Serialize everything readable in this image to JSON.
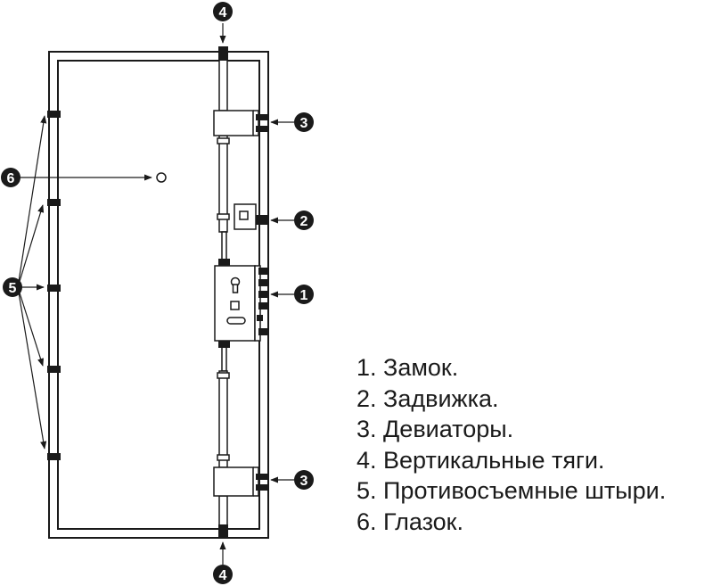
{
  "callouts": {
    "top_rod": "4",
    "bottom_rod": "4",
    "deviator_top": "3",
    "deviator_bottom": "3",
    "latch": "2",
    "lock": "1",
    "peephole": "6",
    "anti_removal_pins": "5"
  },
  "legend": [
    "1. Замок.",
    "2. Задвижка.",
    "3. Девиаторы.",
    "4. Вертикальные тяги.",
    "5. Противосъемные штыри.",
    "6. Глазок."
  ],
  "colors": {
    "line": "#1a1a1a",
    "part_fill": "#ffffff",
    "bolt": "#1a1a1a",
    "text": "#1a1a1a"
  },
  "icons": {
    "lock_keyhole": "keyhole-icon",
    "peephole": "circle-icon"
  }
}
